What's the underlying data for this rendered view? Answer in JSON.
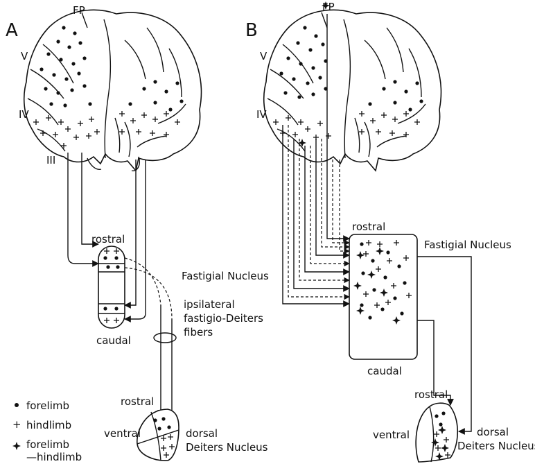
{
  "panel_a": {
    "letter": "A",
    "labels": {
      "fp": "FP",
      "v": "V",
      "iv": "IV",
      "iii": "III"
    },
    "fastigial": {
      "rostral": "rostral",
      "caudal": "caudal",
      "name": "Fastigial Nucleus"
    },
    "fiber_label": [
      "ipsilateral",
      "fastigio-Deiters",
      "fibers"
    ],
    "deiters": {
      "rostral": "rostral",
      "ventral": "ventral",
      "dorsal": "dorsal",
      "name": "Deiters Nucleus"
    },
    "legend": {
      "forelimb": "forelimb",
      "hindlimb": "hindlimb",
      "both_line1": "forelimb",
      "both_line2": "—hindlimb"
    }
  },
  "panel_b": {
    "letter": "B",
    "labels": {
      "fp": "FP",
      "v": "V",
      "iv": "IV"
    },
    "fastigial": {
      "rostral": "rostral",
      "caudal": "caudal",
      "name": "Fastigial Nucleus"
    },
    "deiters": {
      "rostral": "rostral",
      "ventral": "ventral",
      "dorsal": "dorsal",
      "name": "Deiters Nucleus"
    }
  }
}
